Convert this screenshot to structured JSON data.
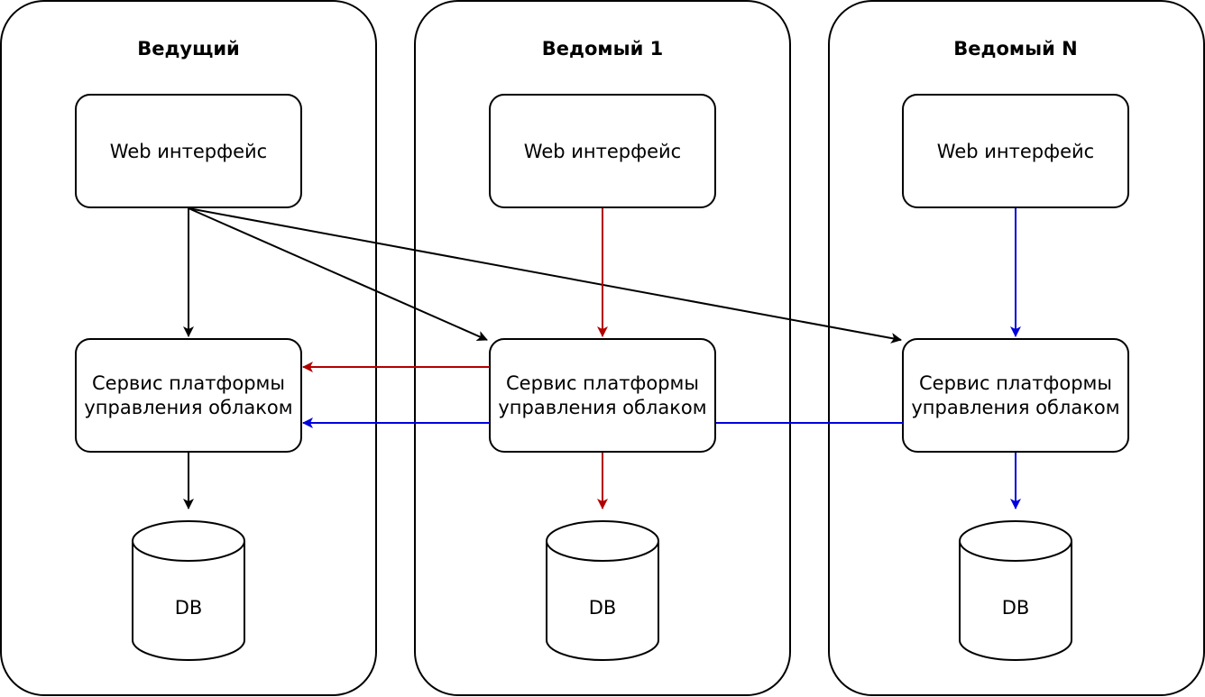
{
  "columns": [
    {
      "title": "Ведущий",
      "web": "Web интерфейс",
      "service_line1": "Сервис платформы",
      "service_line2": "управления облаком",
      "db": "DB"
    },
    {
      "title": "Ведомый 1",
      "web": "Web интерфейс",
      "service_line1": "Сервис платформы",
      "service_line2": "управления облаком",
      "db": "DB"
    },
    {
      "title": "Ведомый N",
      "web": "Web интерфейс",
      "service_line1": "Сервис платформы",
      "service_line2": "управления облаком",
      "db": "DB"
    }
  ],
  "colors": {
    "master": "#000000",
    "slave1": "#b20000",
    "slaveN": "#0000dd"
  }
}
